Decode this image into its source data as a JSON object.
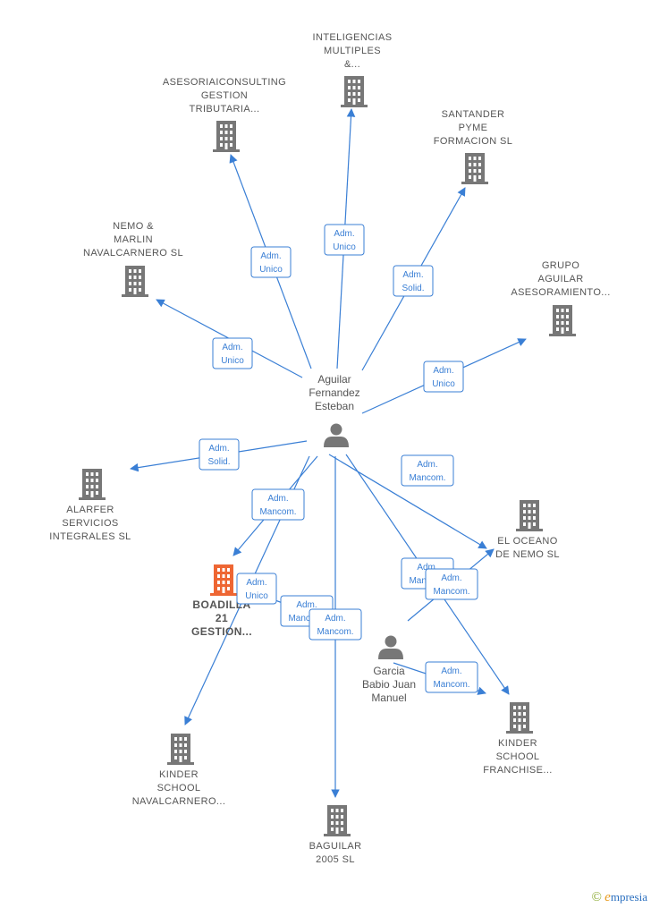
{
  "colors": {
    "edge": "#3a7fd5",
    "node": "#777777",
    "focus": "#ee6633"
  },
  "persons": [
    {
      "id": "aguilar",
      "lines": [
        "Aguilar",
        "Fernandez",
        "Esteban"
      ]
    },
    {
      "id": "garcia",
      "lines": [
        "Garcia",
        "Babio Juan",
        "Manuel"
      ]
    }
  ],
  "companies": [
    {
      "id": "inteligencias",
      "lines": [
        "INTELIGENCIAS",
        "MULTIPLES",
        "&..."
      ]
    },
    {
      "id": "asesoria",
      "lines": [
        "ASESORIAICONSULTING",
        "GESTION",
        "TRIBUTARIA..."
      ]
    },
    {
      "id": "santander",
      "lines": [
        "SANTANDER",
        "PYME",
        "FORMACION SL"
      ]
    },
    {
      "id": "nemo",
      "lines": [
        "NEMO &",
        "MARLIN",
        "NAVALCARNERO SL"
      ]
    },
    {
      "id": "grupo",
      "lines": [
        "GRUPO",
        "AGUILAR",
        "ASESORAMIENTO..."
      ]
    },
    {
      "id": "alarfer",
      "lines": [
        "ALARFER",
        "SERVICIOS",
        "INTEGRALES SL"
      ]
    },
    {
      "id": "oceano",
      "lines": [
        "EL OCEANO",
        "DE NEMO  SL"
      ]
    },
    {
      "id": "boadilla",
      "lines": [
        "BOADILLA",
        "21",
        "GESTION..."
      ]
    },
    {
      "id": "kinder_franchise",
      "lines": [
        "KINDER",
        "SCHOOL",
        "FRANCHISE..."
      ]
    },
    {
      "id": "kinder_naval",
      "lines": [
        "KINDER",
        "SCHOOL",
        "NAVALCARNERO..."
      ]
    },
    {
      "id": "baguilar",
      "lines": [
        "BAGUILAR",
        "2005  SL"
      ]
    }
  ],
  "edges": [
    {
      "lines": [
        "Adm.",
        "Unico"
      ]
    },
    {
      "lines": [
        "Adm.",
        "Unico"
      ]
    },
    {
      "lines": [
        "Adm.",
        "Solid."
      ]
    },
    {
      "lines": [
        "Adm.",
        "Unico"
      ]
    },
    {
      "lines": [
        "Adm.",
        "Unico"
      ]
    },
    {
      "lines": [
        "Adm.",
        "Solid."
      ]
    },
    {
      "lines": [
        "Adm.",
        "Mancom."
      ]
    },
    {
      "lines": [
        "Adm.",
        "Mancom."
      ]
    },
    {
      "lines": [
        "Adm.",
        "Unico"
      ]
    },
    {
      "lines": [
        "Adm.",
        "Mancom."
      ]
    },
    {
      "lines": [
        "Adm.",
        "Mancom."
      ]
    },
    {
      "lines": [
        "Adm.",
        "Mancom."
      ]
    },
    {
      "lines": [
        "Adm.",
        "Mancom."
      ]
    },
    {
      "lines": [
        "Adm.",
        "Mancom."
      ]
    }
  ],
  "watermark": {
    "copyright": "©",
    "brand_initial": "e",
    "brand_rest": "mpresia"
  }
}
